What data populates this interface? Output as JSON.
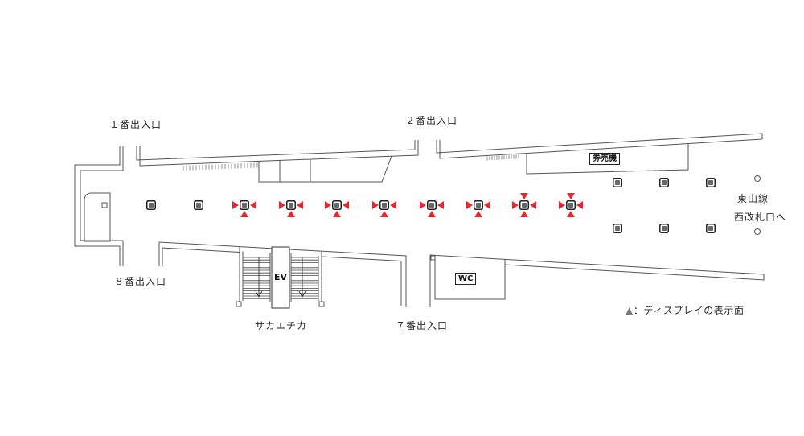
{
  "exits": {
    "exit_1": "１番出入口",
    "exit_2": "２番出入口",
    "exit_7": "７番出入口",
    "exit_8": "８番出入口"
  },
  "facilities": {
    "ticket_machine": "券売機",
    "elevator": "EV",
    "restroom": "WC",
    "underground_mall": "サカエチカ"
  },
  "direction": {
    "line": "東山線",
    "gate": "西改札口へ"
  },
  "legend": {
    "symbol": "▲",
    "label": "：ディスプレイの表示面"
  },
  "colors": {
    "display_marker": "#e8262d",
    "pillar": "#222222",
    "pillar_core": "#666666",
    "wall": "#555555",
    "legend_symbol": "#7a7a7a"
  },
  "icons": {
    "display_marker": "red-triangle-icon",
    "pillar": "square-pillar-icon",
    "stair_arrow": "down-arrow-icon",
    "gate_marker": "circle-icon"
  }
}
